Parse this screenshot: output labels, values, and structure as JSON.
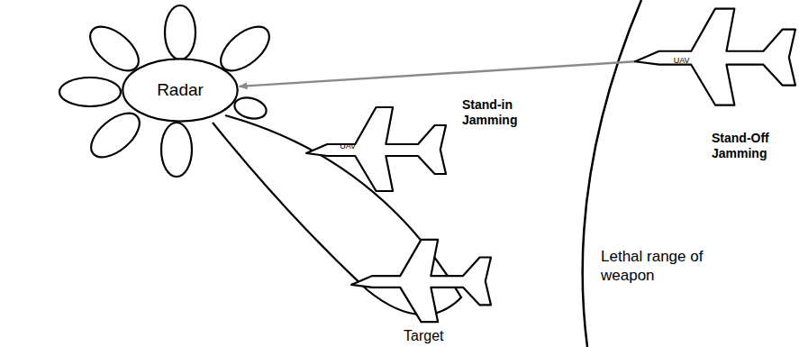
{
  "diagram": {
    "nodes": [
      {
        "text": [
          "Radar"
        ]
      },
      {
        "text": [
          "UAV",
          "Stand-in Jamming"
        ]
      },
      {
        "text": [
          "UAV",
          "Stand-Off Jamming"
        ]
      },
      {
        "text": [
          "Target"
        ]
      }
    ],
    "edges": [
      {
        "from": 2,
        "to": 0,
        "arrow": "to"
      }
    ],
    "labels": [
      "Lethal range of weapon"
    ]
  }
}
